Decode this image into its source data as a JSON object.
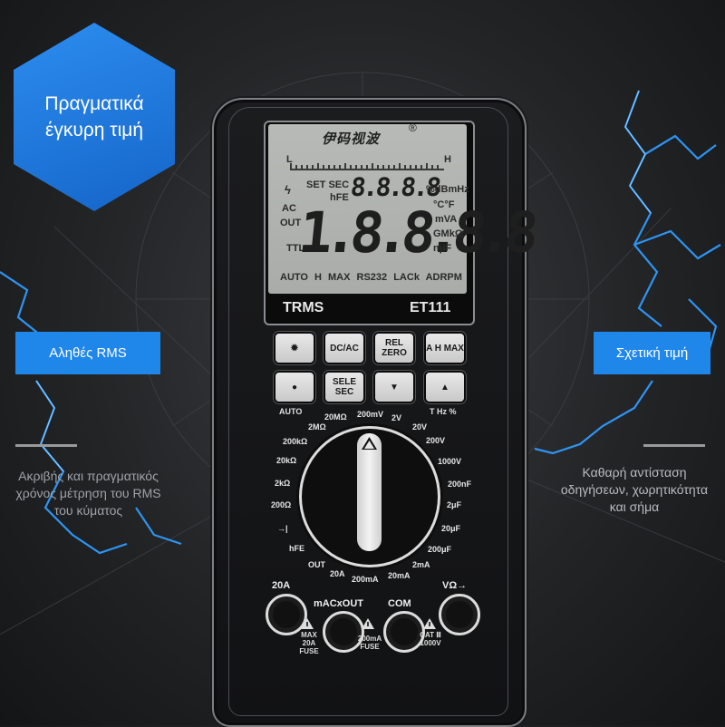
{
  "badge": {
    "text": "Πραγματικά έγκυρη τιμή"
  },
  "left_feature": {
    "label": "Αληθές RMS",
    "description": "Ακριβής και πραγματικός χρόνος μέτρηση του RMS του κύματος"
  },
  "right_feature": {
    "label": "Σχετική τιμή",
    "description": "Καθαρή αντίσταση οδηγήσεων, χωρητικότητα και σήμα"
  },
  "meter": {
    "brand": "伊码视波",
    "registered": "®",
    "model": "ET111",
    "trms": "TRMS",
    "lcd": {
      "small_digits": "8.8.8.8",
      "big_digits": "1.8.8.8.8",
      "bar_left": "L",
      "bar_right": "H",
      "set_sec": "SET SEC",
      "hfe": "hFE",
      "ac": "AC",
      "out": "OUT",
      "ttl": "TTL",
      "units_r1": "%dBmHz",
      "units_r2": "°C°F",
      "units_r3": "mVA",
      "units_r4": "GMkΩ",
      "units_r5": "nμF",
      "bottom_row": "AUTO H MAX RS232 LACk ADRPM"
    },
    "buttons": [
      {
        "label": "✹"
      },
      {
        "label": "DC/AC"
      },
      {
        "label": "REL ZERO"
      },
      {
        "label": "A H MAX"
      },
      {
        "label": "●"
      },
      {
        "label": "SELE SEC"
      },
      {
        "label": "▼"
      },
      {
        "label": "▲"
      }
    ],
    "button_captions": {
      "auto": "AUTO",
      "thz": "T Hz %"
    },
    "dial_positions": {
      "20mohm": "20MΩ",
      "200mv": "200mV",
      "2v": "2V",
      "20v": "20V",
      "200v": "200V",
      "1000v": "1000V",
      "200nf": "200nF",
      "2uf": "2μF",
      "20uf": "20μF",
      "200uf": "200μF",
      "2ma": "2mA",
      "20ma": "20mA",
      "200ma": "200mA",
      "20a": "20A",
      "out": "OUT",
      "hfe": "hFE",
      "diode": "→|",
      "200ohm": "200Ω",
      "2kohm": "2kΩ",
      "20kohm": "20kΩ",
      "200kohm": "200kΩ",
      "2mohm": "2MΩ"
    },
    "jacks": {
      "a20": "20A",
      "macxout": "mACxOUT",
      "com": "COM",
      "vohm": "VΩ→"
    },
    "warnings": {
      "w1": "MAX 20A FUSE",
      "w2": "200mA FUSE",
      "w3": "CAT Ⅲ 1000V"
    }
  }
}
